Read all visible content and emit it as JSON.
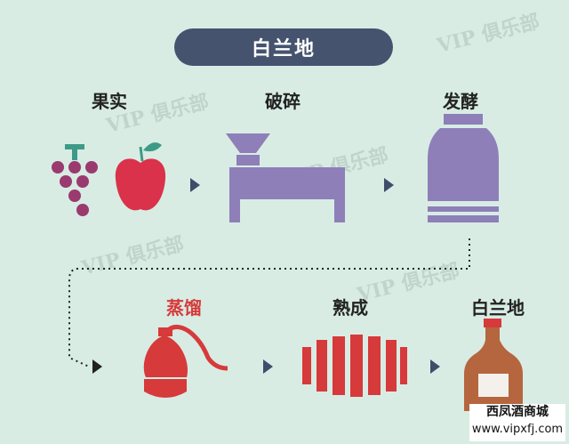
{
  "title": "白兰地",
  "steps": [
    {
      "label": "果实"
    },
    {
      "label": "破碎"
    },
    {
      "label": "发酵"
    },
    {
      "label": "蒸馏"
    },
    {
      "label": "熟成"
    },
    {
      "label": "白兰地"
    }
  ],
  "watermark": "VIP 俱乐部",
  "footer": {
    "name": "西凤酒商城",
    "url": "www.vipxfj.com"
  },
  "colors": {
    "background": "#d8ece4",
    "title_pill": "#45536e",
    "grape": "#9a3a6e",
    "apple": "#d9324a",
    "machine": "#8e7fb9",
    "highlight": "#d63a3a",
    "arrow": "#3f4d6a",
    "bottle": "#b5663f"
  }
}
